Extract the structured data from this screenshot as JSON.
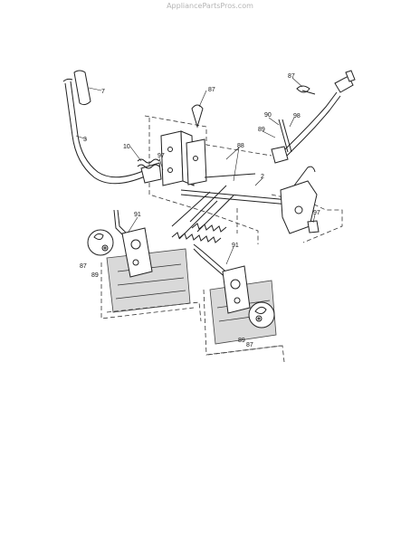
{
  "watermark": "AppliancePartsPros.com",
  "callouts": [
    "7",
    "3",
    "87",
    "10",
    "97",
    "88",
    "87",
    "90",
    "89",
    "98",
    "2",
    "97",
    "91",
    "87",
    "89",
    "91",
    "89",
    "87"
  ]
}
